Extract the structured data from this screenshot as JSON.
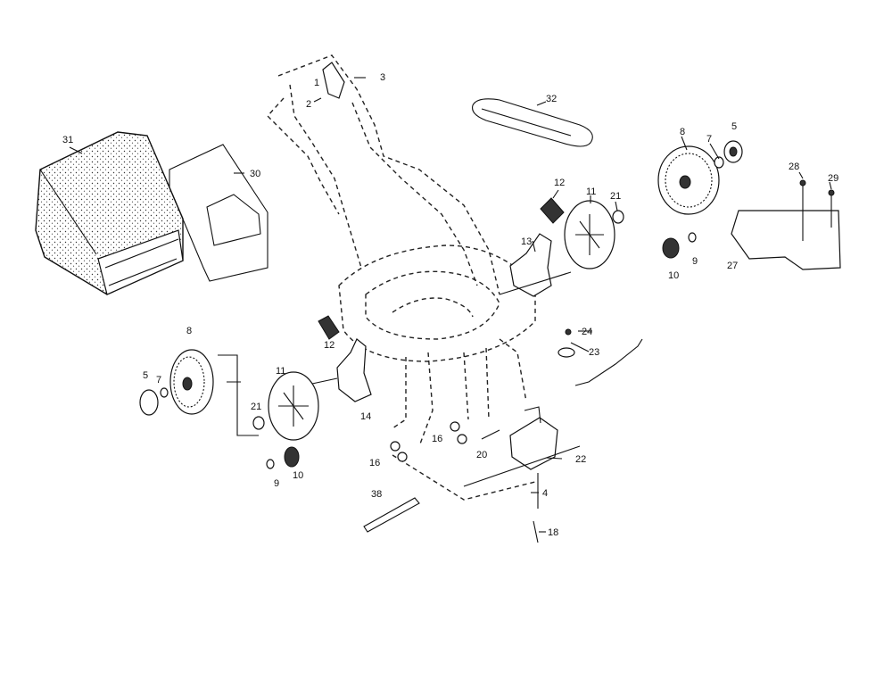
{
  "diagram": {
    "callouts": [
      {
        "id": "c31",
        "text": "31"
      },
      {
        "id": "c30",
        "text": "30"
      },
      {
        "id": "c1",
        "text": "1"
      },
      {
        "id": "c2",
        "text": "2"
      },
      {
        "id": "c3",
        "text": "3"
      },
      {
        "id": "c32",
        "text": "32"
      },
      {
        "id": "c8r",
        "text": "8"
      },
      {
        "id": "c7r",
        "text": "7"
      },
      {
        "id": "c5r",
        "text": "5"
      },
      {
        "id": "c12r",
        "text": "12"
      },
      {
        "id": "c11r",
        "text": "11"
      },
      {
        "id": "c21r",
        "text": "21"
      },
      {
        "id": "c13",
        "text": "13"
      },
      {
        "id": "c10r",
        "text": "10"
      },
      {
        "id": "c9r",
        "text": "9"
      },
      {
        "id": "c28",
        "text": "28"
      },
      {
        "id": "c29",
        "text": "29"
      },
      {
        "id": "c27",
        "text": "27"
      },
      {
        "id": "c8l",
        "text": "8"
      },
      {
        "id": "c12l",
        "text": "12"
      },
      {
        "id": "c5l",
        "text": "5"
      },
      {
        "id": "c7l",
        "text": "7"
      },
      {
        "id": "c11l",
        "text": "11"
      },
      {
        "id": "c21l",
        "text": "21"
      },
      {
        "id": "c14",
        "text": "14"
      },
      {
        "id": "c9l",
        "text": "9"
      },
      {
        "id": "c10l",
        "text": "10"
      },
      {
        "id": "c24",
        "text": "24"
      },
      {
        "id": "c23",
        "text": "23"
      },
      {
        "id": "c16a",
        "text": "16"
      },
      {
        "id": "c16b",
        "text": "16"
      },
      {
        "id": "c20",
        "text": "20"
      },
      {
        "id": "c22",
        "text": "22"
      },
      {
        "id": "c4",
        "text": "4"
      },
      {
        "id": "c38",
        "text": "38"
      },
      {
        "id": "c18",
        "text": "18"
      }
    ]
  }
}
